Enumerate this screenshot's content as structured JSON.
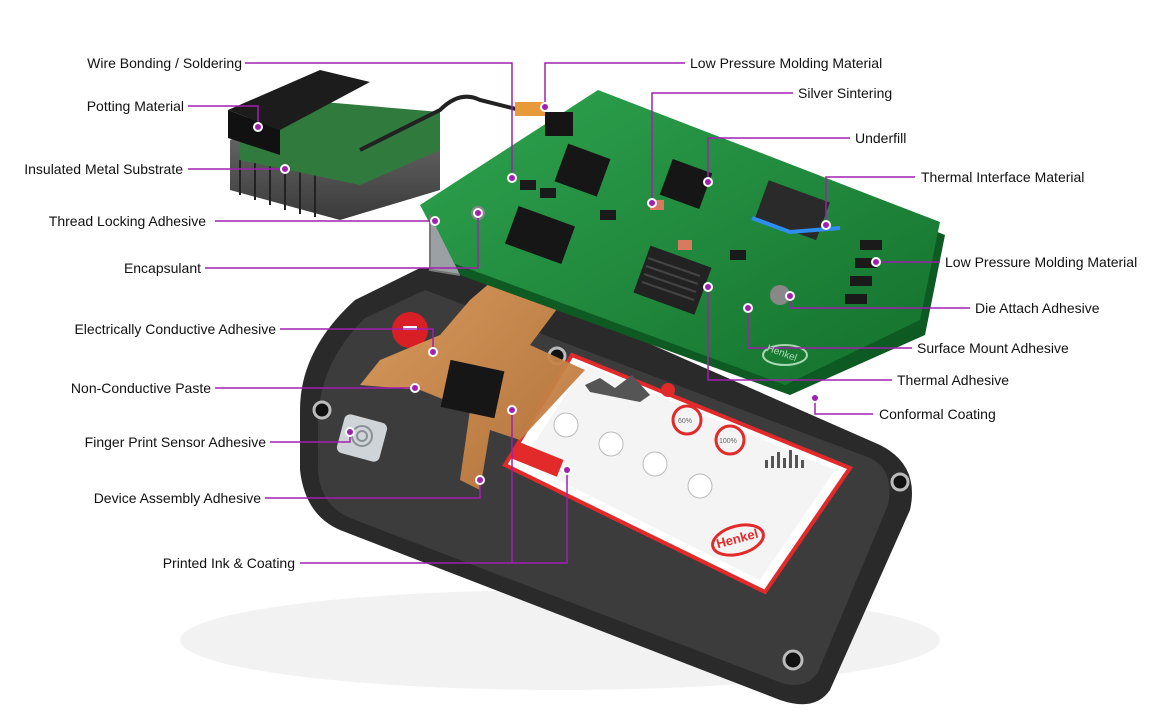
{
  "diagram": {
    "accent_color": "#a020b0",
    "board_color": "#1e8a3a",
    "brand": "Henkel",
    "screen_readouts": {
      "gauge_a": "60%",
      "gauge_b": "100%"
    },
    "labels_left": [
      "Wire Bonding / Soldering",
      "Potting Material",
      "Insulated Metal Substrate",
      "Thread Locking Adhesive",
      "Encapsulant",
      "Electrically Conductive Adhesive",
      "Non-Conductive Paste",
      "Finger Print Sensor Adhesive",
      "Device Assembly Adhesive",
      "Printed Ink & Coating"
    ],
    "labels_right": [
      "Low Pressure Molding Material",
      "Silver Sintering",
      "Underfill",
      "Thermal Interface Material",
      "Low Pressure Molding Material",
      "Die Attach Adhesive",
      "Surface Mount Adhesive",
      "Thermal Adhesive",
      "Conformal Coating"
    ]
  }
}
